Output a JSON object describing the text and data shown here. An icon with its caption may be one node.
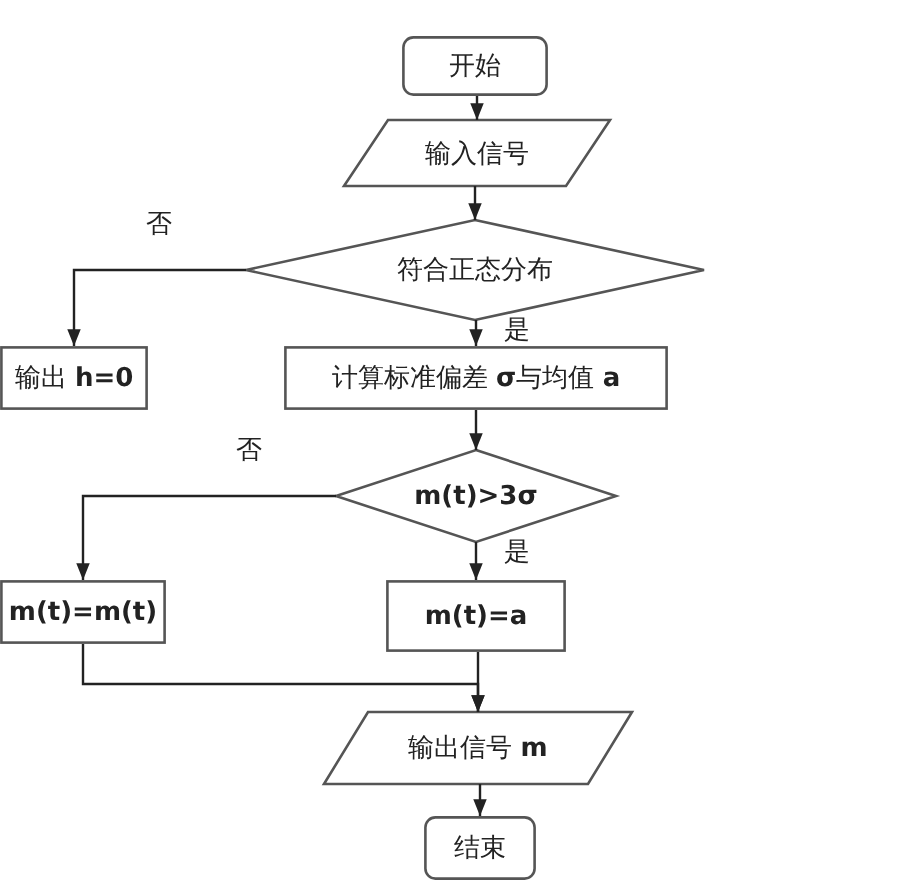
{
  "diagram": {
    "nodes": [
      {
        "text": [
          "开始"
        ]
      },
      {
        "text": [
          "输入信号"
        ]
      },
      {
        "text": [
          "符合正态分布"
        ]
      },
      {
        "text": [
          "输出 **h=0**"
        ]
      },
      {
        "text": [
          "计算标准偏差 **σ**与均值 **a**"
        ]
      },
      {
        "text": [
          "m(t)>3σ"
        ]
      },
      {
        "text": [
          "m(t)=m(t)"
        ]
      },
      {
        "text": [
          "m(t)=a"
        ]
      },
      {
        "text": [
          "输出信号 **m**"
        ]
      },
      {
        "text": [
          "结束"
        ]
      }
    ],
    "edges": [
      {
        "from": 0,
        "to": 1,
        "arrow": "to"
      },
      {
        "from": 1,
        "to": 2,
        "arrow": "to"
      },
      {
        "from": 2,
        "to": 3,
        "arrow": "to",
        "label": "否"
      },
      {
        "from": 2,
        "to": 4,
        "arrow": "to",
        "label": "是"
      },
      {
        "from": 4,
        "to": 5,
        "arrow": "to"
      },
      {
        "from": 5,
        "to": 6,
        "arrow": "to",
        "label": "否"
      },
      {
        "from": 5,
        "to": 7,
        "arrow": "to",
        "label": "是"
      },
      {
        "from": 7,
        "to": 8,
        "arrow": "to"
      },
      {
        "from": 6,
        "to": 8,
        "arrow": "to"
      },
      {
        "from": 8,
        "to": 9,
        "arrow": "to"
      }
    ]
  }
}
